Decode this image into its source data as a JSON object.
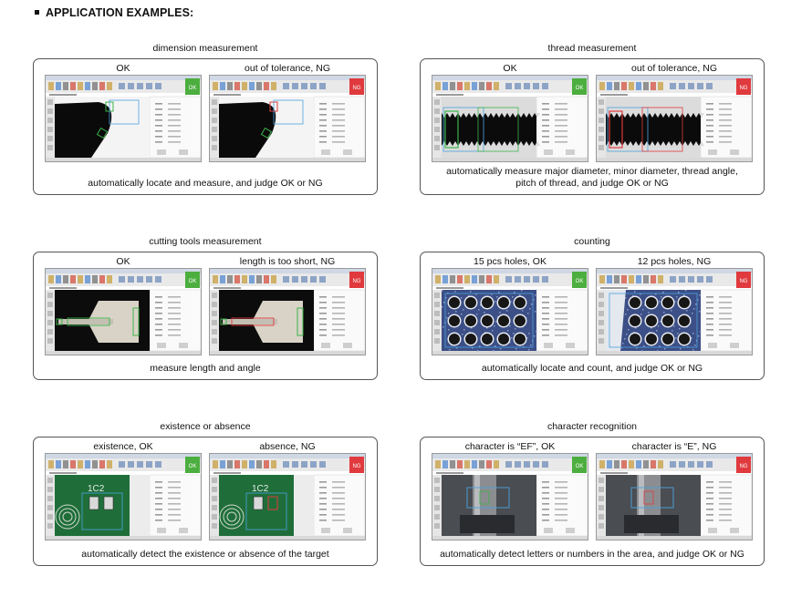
{
  "heading": "APPLICATION EXAMPLES:",
  "panels": [
    {
      "id": "dimension",
      "title": "dimension measurement",
      "left": {
        "label": "OK",
        "status": "OK",
        "status_color": "#4cae3f"
      },
      "right": {
        "label": "out of tolerance, NG",
        "status": "NG",
        "status_color": "#e03a3e"
      },
      "caption": "automatically locate and measure, and judge OK or NG"
    },
    {
      "id": "thread",
      "title": "thread measurement",
      "left": {
        "label": "OK",
        "status": "OK",
        "status_color": "#4cae3f"
      },
      "right": {
        "label": "out of tolerance, NG",
        "status": "NG",
        "status_color": "#e03a3e"
      },
      "caption_lines": [
        "automatically measure major diameter, minor diameter, thread angle,",
        "pitch of thread, and judge OK or NG"
      ]
    },
    {
      "id": "cutting",
      "title": "cutting tools measurement",
      "left": {
        "label": "OK",
        "status": "OK",
        "status_color": "#4cae3f"
      },
      "right": {
        "label": "length is too short, NG",
        "status": "NG",
        "status_color": "#e03a3e"
      },
      "caption": "measure length and angle"
    },
    {
      "id": "counting",
      "title": "counting",
      "left": {
        "label": "15 pcs holes, OK",
        "status": "OK",
        "status_color": "#4cae3f"
      },
      "right": {
        "label": "12 pcs holes, NG",
        "status": "NG",
        "status_color": "#e03a3e"
      },
      "caption": "automatically locate and count, and judge OK or NG"
    },
    {
      "id": "existence",
      "title": "existence or absence",
      "left": {
        "label": "existence, OK",
        "status": "OK",
        "status_color": "#4cae3f"
      },
      "right": {
        "label": "absence, NG",
        "status": "NG",
        "status_color": "#e03a3e"
      },
      "caption": "automatically detect the existence or absence of the target"
    },
    {
      "id": "character",
      "title": "character recognition",
      "left": {
        "label": "character is “EF”, OK",
        "status": "OK",
        "status_color": "#4cae3f"
      },
      "right": {
        "label": "character is “E”, NG",
        "status": "NG",
        "status_color": "#e03a3e"
      },
      "caption": "automatically detect  letters or numbers in the area, and judge OK or NG"
    }
  ],
  "colors": {
    "ok": "#4cae3f",
    "ng": "#e03a3e",
    "box_line": "#555555"
  },
  "icons": [
    "app-window-icon",
    "status-badge-icon"
  ]
}
